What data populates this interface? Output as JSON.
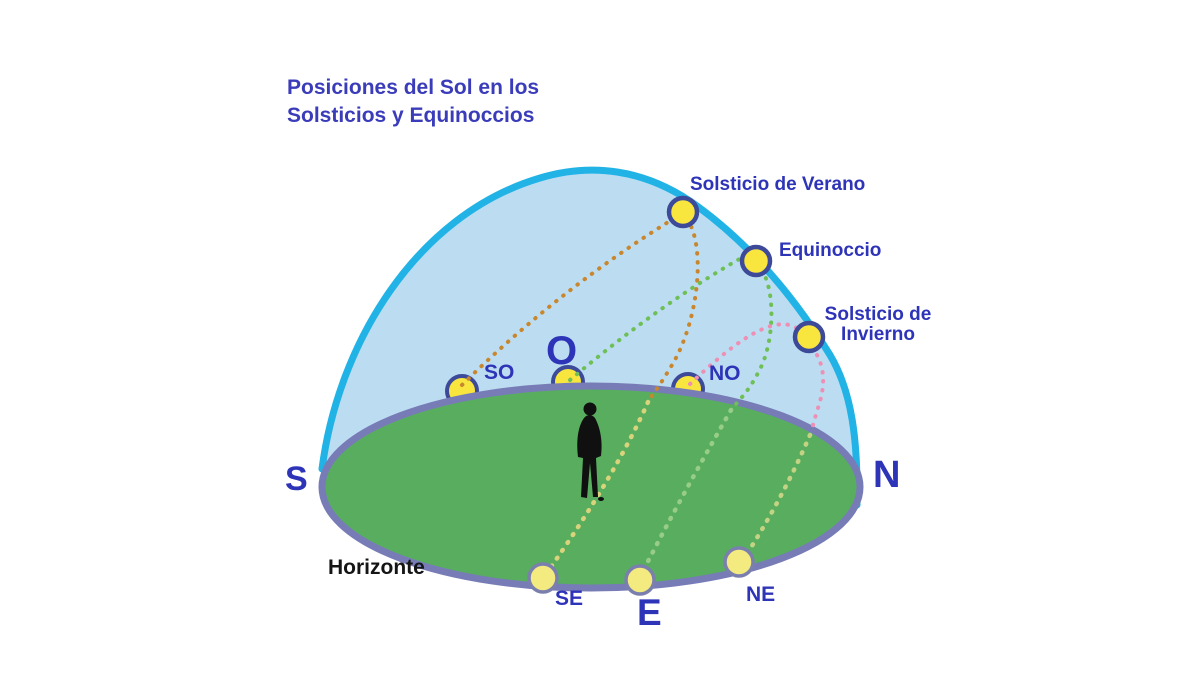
{
  "title": {
    "line1": "Posiciones del Sol en los",
    "line2": "Solsticios y Equinoccios"
  },
  "sun_path_labels": {
    "summer_solstice": "Solsticio de Verano",
    "equinox": "Equinoccio",
    "winter_solstice_line1": "Solsticio de",
    "winter_solstice_line2": "Invierno"
  },
  "compass": {
    "north": "N",
    "south": "S",
    "east": "E",
    "west": "O",
    "southwest": "SO",
    "northwest": "NO",
    "southeast": "SE",
    "northeast": "NE"
  },
  "ground_label": "Horizonte",
  "suns": {
    "count": 9,
    "sky_positions": [
      "Solsticio de Verano",
      "Equinoccio",
      "Solsticio de Invierno"
    ],
    "setting_positions": [
      "SO",
      "O",
      "NO"
    ],
    "rising_positions": [
      "SE",
      "E",
      "NE"
    ]
  },
  "colors": {
    "sky_fill": "#bcddf1",
    "dome_rim": "#22b3e6",
    "ground_fill": "#58ae5e",
    "ground_border": "#777cb7",
    "sun_yellow": "#f8e53e",
    "sun_outline_navy": "#3d4a99",
    "sun_pale_yellow": "#f3ea80",
    "sun_outline_slate": "#7b7fae",
    "summer_path": "#c8872e",
    "equinox_path": "#6fbf57",
    "winter_path": "#ee8fb5",
    "summer_path_over_ground": "#d9d37c",
    "equinox_path_over_ground": "#97cd86",
    "winter_path_over_ground": "#c3d383",
    "label_blue": "#2e34b8",
    "title_blue": "#3a3cba"
  }
}
